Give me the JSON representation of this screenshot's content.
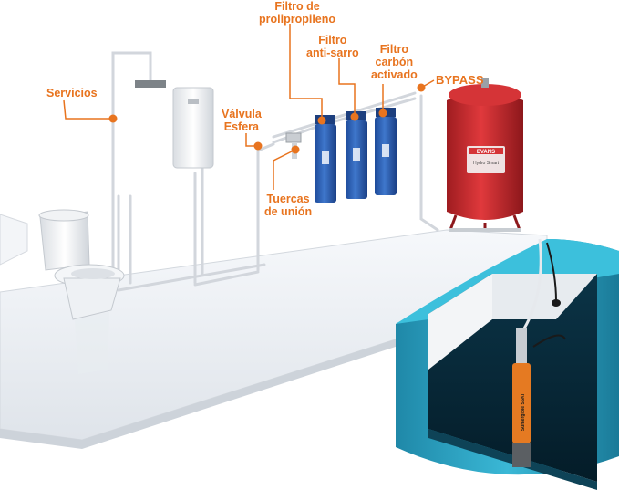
{
  "labels": {
    "servicios": "Servicios",
    "filtro_polipropileno": [
      "Filtro de",
      "prolipropileno"
    ],
    "filtro_anti_sarro": [
      "Filtro",
      "anti-sarro"
    ],
    "filtro_carbon": [
      "Filtro",
      "carbón",
      "activado"
    ],
    "bypass": "BYPASS",
    "valvula_esfera": [
      "Válvula",
      "Esfera"
    ],
    "tuercas_union": [
      "Tuercas",
      "de unión"
    ]
  },
  "brand": {
    "tank_logo": "EVANS",
    "tank_badge": "Hydro Smart",
    "pump_label": "Sumergible SSKI"
  },
  "colors": {
    "accent": "#e8741f",
    "filter_blue": "#2d5fb0",
    "tank_red": "#c8282c",
    "cistern_teal": "#2aa9c8",
    "floor": "#eef1f5"
  }
}
